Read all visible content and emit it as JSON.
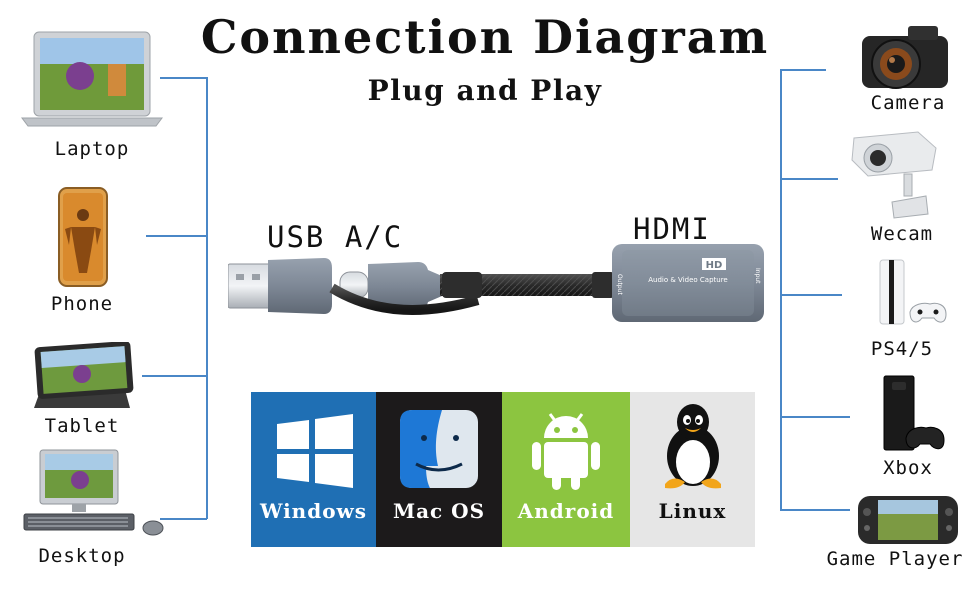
{
  "header": {
    "title": "Connection Diagram",
    "subtitle": "Plug and Play"
  },
  "left_devices": [
    {
      "label": "Laptop",
      "icon": "laptop-icon"
    },
    {
      "label": "Phone",
      "icon": "phone-icon"
    },
    {
      "label": "Tablet",
      "icon": "tablet-icon"
    },
    {
      "label": "Desktop",
      "icon": "desktop-icon"
    }
  ],
  "right_devices": [
    {
      "label": "Camera",
      "icon": "camera-icon"
    },
    {
      "label": "Wecam",
      "icon": "webcam-icon"
    },
    {
      "label": "PS4/5",
      "icon": "console-icon"
    },
    {
      "label": "Xbox",
      "icon": "xbox-icon"
    },
    {
      "label": "Game Player",
      "icon": "handheld-console-icon"
    }
  ],
  "capture_device": {
    "usb_label": "USB A/C",
    "hdmi_label": "HDMI",
    "card_badge": "HD",
    "card_caption": "Audio & Video Capture",
    "side_text_left": "Output",
    "side_text_right": "Input"
  },
  "os_tiles": [
    {
      "label": "Windows",
      "color": "#1f6fb4",
      "text_color": "#ffffff"
    },
    {
      "label": "Mac OS",
      "color": "#1c1a1b",
      "text_color": "#ffffff"
    },
    {
      "label": "Android",
      "color": "#8cc540",
      "text_color": "#ffffff"
    },
    {
      "label": "Linux",
      "color": "#e6e6e6",
      "text_color": "#111111"
    }
  ],
  "colors": {
    "connector_lines": "#4a87c7"
  }
}
